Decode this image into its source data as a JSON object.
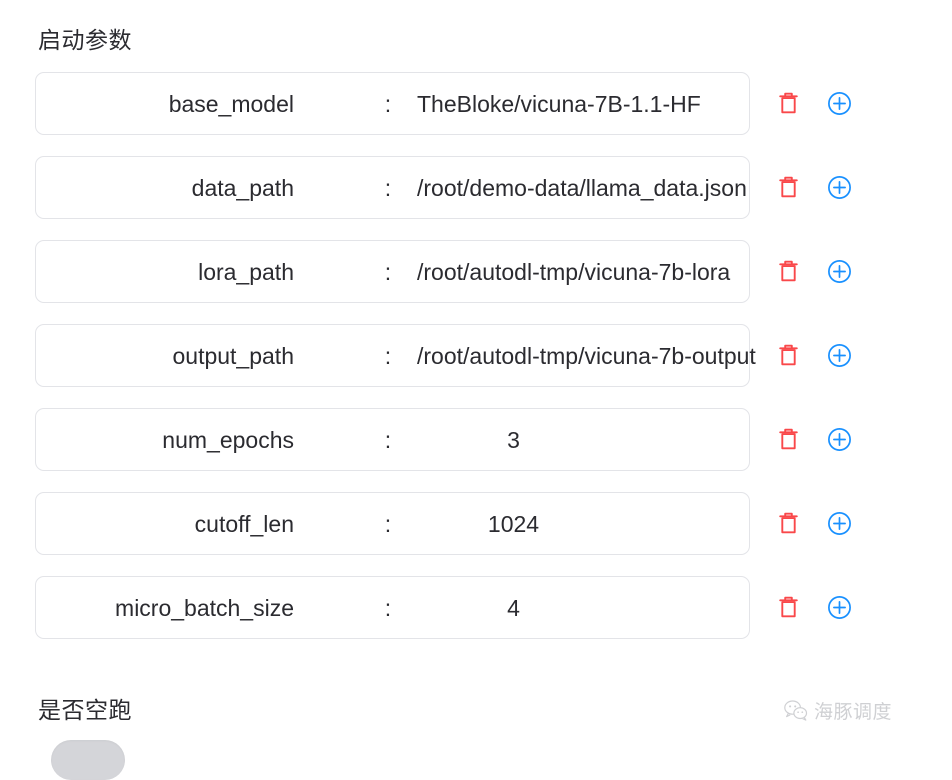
{
  "section": {
    "title": "启动参数"
  },
  "params": {
    "separator": ":",
    "rows": [
      {
        "key": "base_model",
        "value": "TheBloke/vicuna-7B-1.1-HF",
        "numeric": false
      },
      {
        "key": "data_path",
        "value": "/root/demo-data/llama_data.json",
        "numeric": false
      },
      {
        "key": "lora_path",
        "value": "/root/autodl-tmp/vicuna-7b-lora",
        "numeric": false
      },
      {
        "key": "output_path",
        "value": "/root/autodl-tmp/vicuna-7b-output",
        "numeric": false
      },
      {
        "key": "num_epochs",
        "value": "3",
        "numeric": true
      },
      {
        "key": "cutoff_len",
        "value": "1024",
        "numeric": true
      },
      {
        "key": "micro_batch_size",
        "value": "4",
        "numeric": true
      }
    ],
    "actions": {
      "delete_icon": "trash-icon",
      "add_icon": "plus-circle-icon"
    }
  },
  "bottom_field": {
    "label": "是否空跑",
    "toggle_state": "off"
  },
  "watermark": {
    "icon": "wechat-icon",
    "text": "海豚调度"
  },
  "colors": {
    "delete": "#f9484a",
    "add": "#1890ff",
    "border": "#e3e4e8",
    "text": "#2b2b30",
    "toggle_off": "#d4d5d9",
    "watermark": "#a9abb0"
  }
}
